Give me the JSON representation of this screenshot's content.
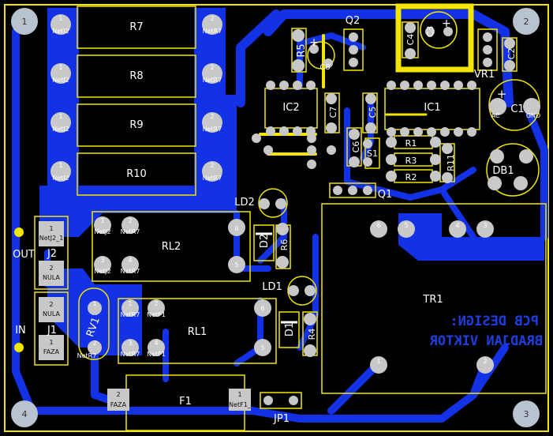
{
  "colors": {
    "background": "#000000",
    "copper_bottom": "#1332e6",
    "copper_top": "#f2e600",
    "outline": "#f2e600",
    "pad": "#c8c8c8",
    "silkscreen": "#ffffff",
    "mirror_text": "#1e3fe0"
  },
  "mounting_holes": [
    "1",
    "2",
    "3",
    "4"
  ],
  "resistors": {
    "r7": "R7",
    "r8": "R8",
    "r9": "R9",
    "r10": "R10",
    "r5": "R5",
    "r6": "R6",
    "r4": "R4",
    "r1": "R1",
    "r2": "R2",
    "r3": "R3",
    "r11": "R11"
  },
  "pad_labels": {
    "netj2": "NetJ2",
    "netj2_1": "NetJ2_1",
    "netr7": "NetR7",
    "netf1": "NetF1",
    "netf1_": "NetF1_",
    "nula": "NULA",
    "faza": "FAZA",
    "one": "1",
    "two": "2",
    "three": "3",
    "four": "4",
    "five": "5",
    "six": "6"
  },
  "components": {
    "q2": "Q2",
    "c8": "C8",
    "c4": "C4",
    "c3": "C3",
    "c2": "C2",
    "vr1": "VR1",
    "ic2": "IC2",
    "c7": "C7",
    "ic1": "IC1",
    "c5": "C5",
    "c1": "C1",
    "c6": "C6",
    "s1": "S1",
    "db1": "DB1",
    "q1": "Q1",
    "ld2": "LD2",
    "d2": "D2",
    "rl2": "RL2",
    "ld1": "LD1",
    "d1": "D1",
    "rl1": "RL1",
    "tr1": "TR1",
    "rv1": "RV1",
    "f1": "F1",
    "jp1": "JP1",
    "j1": "J1",
    "j2": "J2",
    "ac": "AC",
    "gnd": "GND",
    "plus": "+"
  },
  "connectors": {
    "out": "OUT",
    "in": "IN"
  },
  "mirror_text": {
    "line1": "PCB DESIGN:",
    "line2": "BRADJAN VIKTOR"
  }
}
